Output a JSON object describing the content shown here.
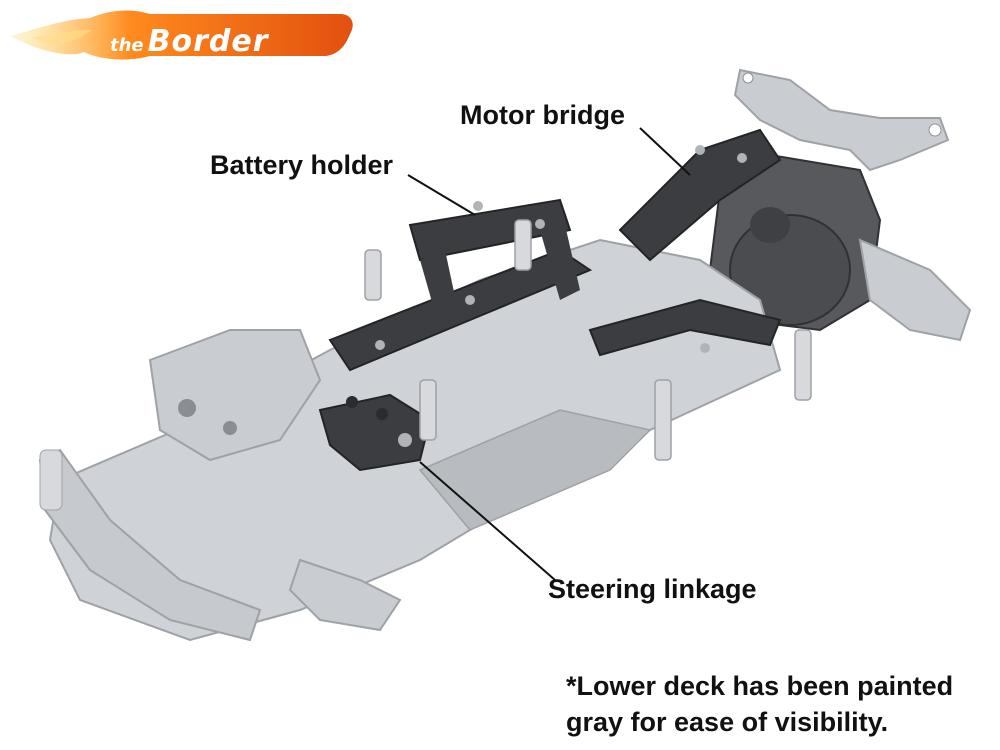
{
  "logo": {
    "prefix": "the",
    "name": "Border"
  },
  "labels": {
    "motor_bridge": "Motor bridge",
    "battery_holder": "Battery holder",
    "steering_linkage": "Steering linkage"
  },
  "note": {
    "line1": "*Lower deck has been painted",
    "line2": "gray for ease of visibility."
  },
  "colors": {
    "plastic_gray": "#c9ccd0",
    "dark_part": "#3b3d40",
    "logo_orange": "#f06a1a"
  }
}
